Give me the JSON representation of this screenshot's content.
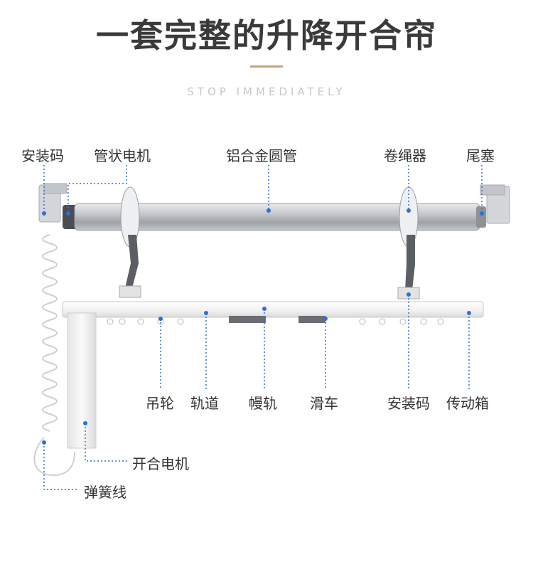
{
  "header": {
    "title": "一套完整的升降开合帘",
    "subtitle": "STOP IMMEDIATELY"
  },
  "labels": {
    "install_code_top": "安装码",
    "tubular_motor": "管状电机",
    "aluminum_tube": "铝合金圆管",
    "rope_winder": "卷绳器",
    "end_plug": "尾塞",
    "hanging_wheel": "吊轮",
    "track": "轨道",
    "slow_track": "幔轨",
    "pulley": "滑车",
    "install_code_bottom": "安装码",
    "transmission_box": "传动箱",
    "open_close_motor": "开合电机",
    "spring_wire": "弹簧线"
  },
  "colors": {
    "leader_line": "#2f6fd6",
    "title_accent": "#c8a27a",
    "tube": "#b9bcc0",
    "track": "#f2f2f2"
  }
}
